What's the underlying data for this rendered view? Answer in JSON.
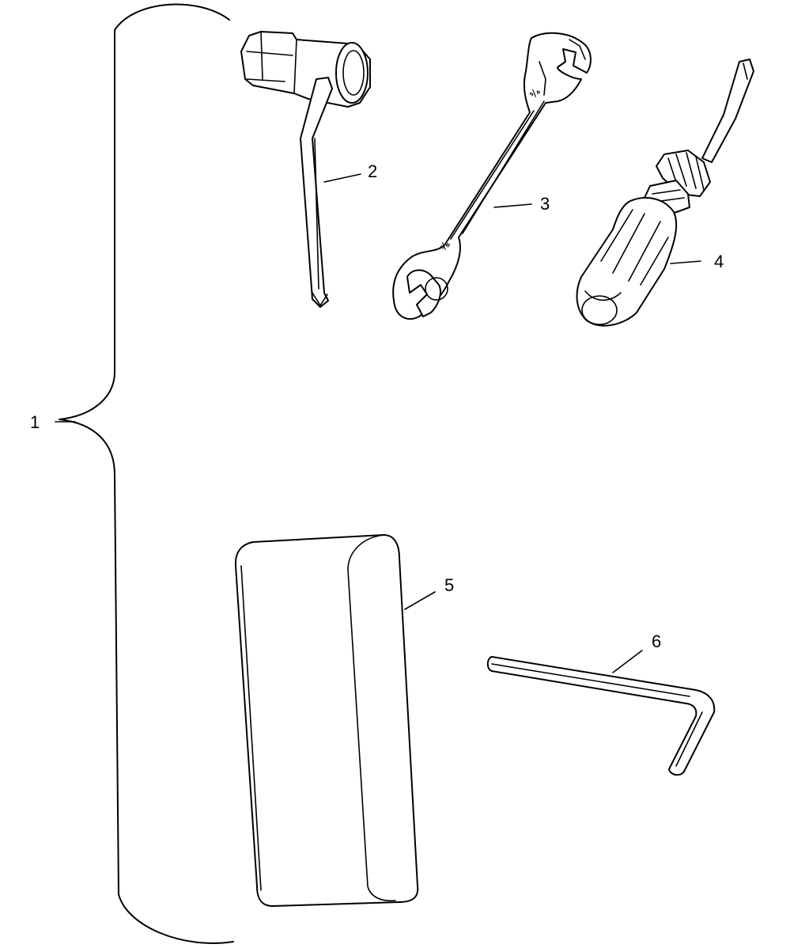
{
  "callouts": {
    "kit": "1",
    "spark_plug_wrench": "2",
    "open_end_wrench": "3",
    "screwdriver": "4",
    "tool_pouch": "5",
    "hex_key": "6"
  },
  "wrench_markings": {
    "small_end": "¾",
    "large_end": "⅝"
  }
}
